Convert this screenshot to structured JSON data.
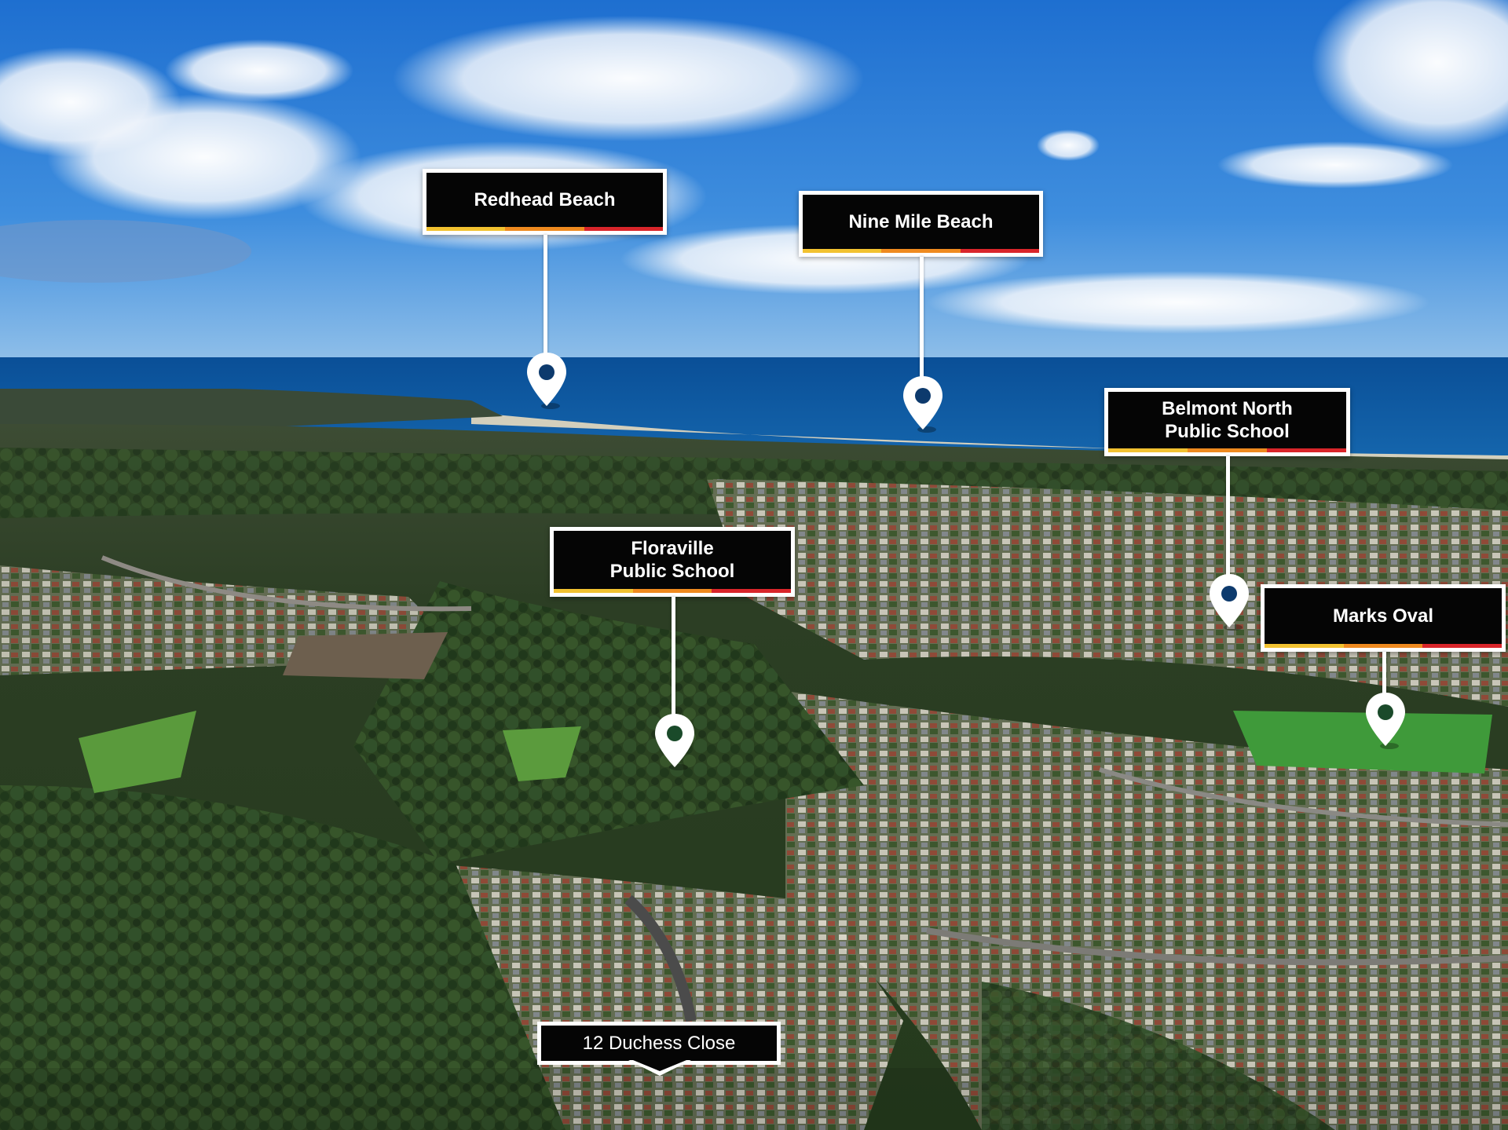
{
  "photo": {
    "description_layers": [
      "sky",
      "clouds",
      "ocean",
      "beach",
      "bushland",
      "suburb"
    ]
  },
  "stripe_colors": [
    "#f2c230",
    "#ef8a1f",
    "#d9252a"
  ],
  "labels": [
    {
      "id": "redhead-beach",
      "text": "Redhead Beach"
    },
    {
      "id": "nine-mile-beach",
      "text": "Nine Mile Beach"
    },
    {
      "id": "belmont-north",
      "text": "Belmont North\nPublic School"
    },
    {
      "id": "floraville",
      "text": "Floraville\nPublic School"
    },
    {
      "id": "marks-oval",
      "text": "Marks Oval"
    }
  ],
  "address": {
    "text": "12 Duchess Close"
  }
}
